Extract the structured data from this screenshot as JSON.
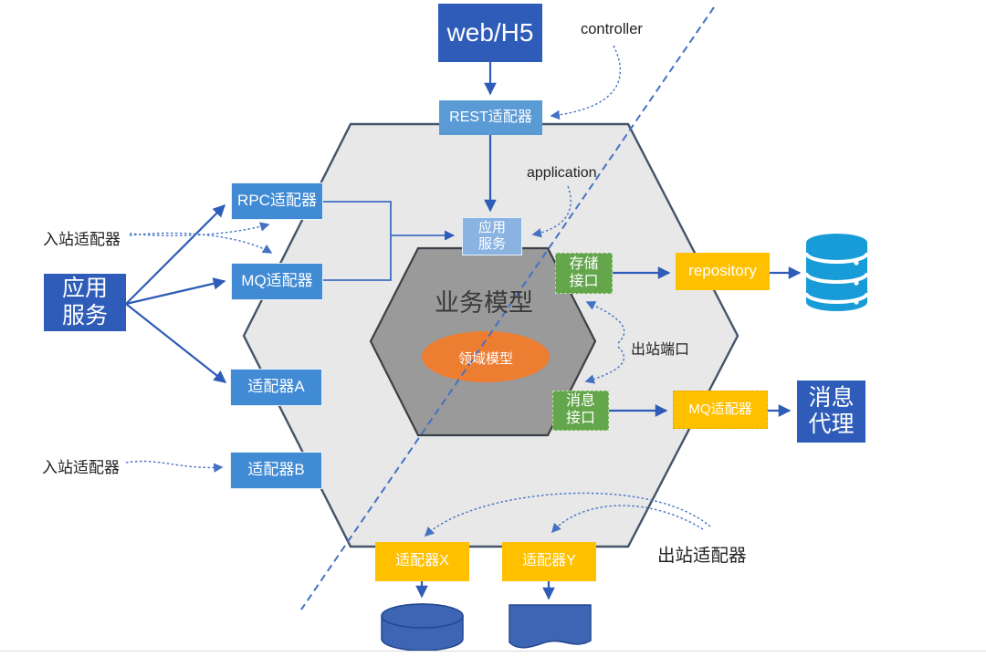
{
  "nodes": {
    "web_h5": {
      "label": "web/H5"
    },
    "rest_adapter": {
      "label": "REST适配器"
    },
    "rpc_adapter": {
      "label": "RPC适配器"
    },
    "mq_adapter_in": {
      "label": "MQ适配器"
    },
    "app_service_external": {
      "line1": "应用",
      "line2": "服务"
    },
    "adapter_a": {
      "label": "适配器A"
    },
    "adapter_b": {
      "label": "适配器B"
    },
    "app_service_inner": {
      "line1": "应用",
      "line2": "服务"
    },
    "business_model": {
      "label": "业务模型"
    },
    "domain_model": {
      "label": "领域模型"
    },
    "storage_interface": {
      "line1": "存储",
      "line2": "接口"
    },
    "message_interface": {
      "line1": "消息",
      "line2": "接口"
    },
    "repository": {
      "label": "repository"
    },
    "mq_adapter_out": {
      "label": "MQ适配器"
    },
    "message_broker": {
      "line1": "消息",
      "line2": "代理"
    },
    "adapter_x": {
      "label": "适配器X"
    },
    "adapter_y": {
      "label": "适配器Y"
    }
  },
  "annotations": {
    "controller": "controller",
    "application": "application",
    "inbound_adapter_top": "入站适配器",
    "inbound_adapter_bottom": "入站适配器",
    "outbound_port": "出站端口",
    "outbound_adapter": "出站适配器"
  },
  "icons": {
    "database": "database-icon",
    "datastore_cylinder": "cylinder-icon",
    "document": "document-icon"
  },
  "colors": {
    "primary_blue": "#2e5cb8",
    "medium_blue": "#418ad4",
    "rest_blue": "#5b9bd5",
    "light_blue": "#8ab3e2",
    "green": "#64a64c",
    "amber": "#ffc000",
    "orange_ellipse": "#ed7d31",
    "outer_hex_fill": "#e8e8e8",
    "outer_hex_border": "#44546a",
    "inner_hex_fill": "#9a9a9a",
    "inner_hex_border": "#3b4149",
    "cyan_database": "#189cd8",
    "bottom_icon_blue": "#3d65b3",
    "arrow_solid": "#2e5cb8",
    "arrow_dotted": "#4472c4"
  }
}
